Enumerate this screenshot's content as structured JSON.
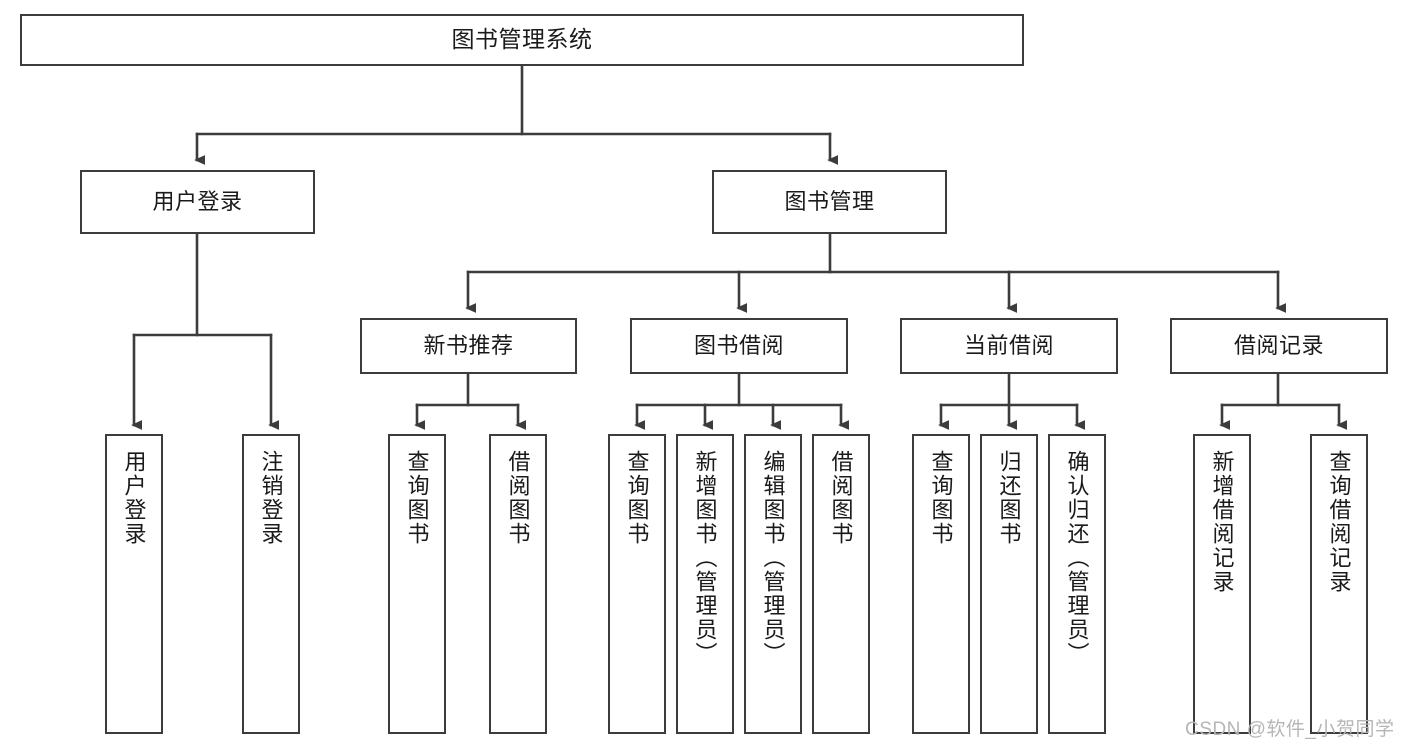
{
  "diagram": {
    "type": "tree-hierarchy",
    "title": "图书管理系统",
    "orientation": "top-down",
    "colors": {
      "box_border": "#3c3c3c",
      "box_fill": "#ffffff",
      "edge": "#3c3c3c",
      "text": "#1a1a1a",
      "watermark": "#b6b6b6",
      "background": "#ffffff"
    }
  },
  "root": {
    "label": "图书管理系统"
  },
  "level1": [
    {
      "label": "用户登录"
    },
    {
      "label": "图书管理"
    }
  ],
  "level2": [
    {
      "label": "新书推荐"
    },
    {
      "label": "图书借阅"
    },
    {
      "label": "当前借阅"
    },
    {
      "label": "借阅记录"
    }
  ],
  "leaves": {
    "user_login": [
      {
        "label": "用户登录"
      },
      {
        "label": "注销登录"
      }
    ],
    "new_book_recommend": [
      {
        "label": "查询图书"
      },
      {
        "label": "借阅图书"
      }
    ],
    "book_borrow": [
      {
        "label": "查询图书"
      },
      {
        "label": "新增图书（管理员）"
      },
      {
        "label": "编辑图书（管理员）"
      },
      {
        "label": "借阅图书"
      }
    ],
    "current_borrow": [
      {
        "label": "查询图书"
      },
      {
        "label": "归还图书"
      },
      {
        "label": "确认归还（管理员）"
      }
    ],
    "borrow_record": [
      {
        "label": "新增借阅记录"
      },
      {
        "label": "查询借阅记录"
      }
    ]
  },
  "watermark": {
    "text": "CSDN @软件_小贺同学"
  }
}
